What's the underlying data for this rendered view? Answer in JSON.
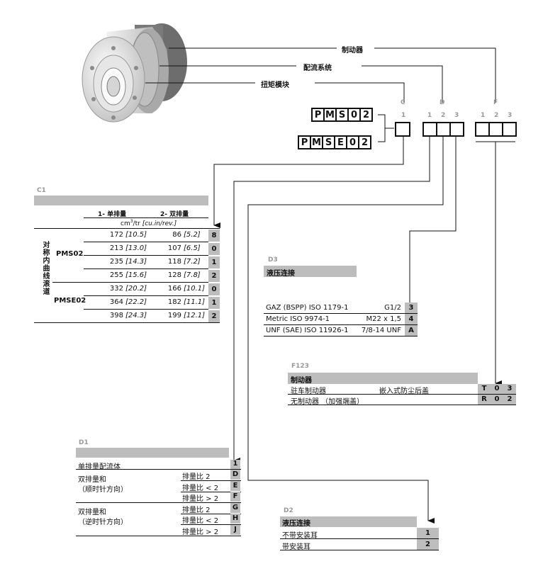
{
  "top_labels": {
    "brake": "制动器",
    "distribution": "配流系统",
    "torque": "扭矩模块"
  },
  "col_letters": {
    "c": "C",
    "d": "D",
    "f": "F"
  },
  "col_nums": {
    "c1": "1",
    "d1": "1",
    "d2": "2",
    "d3": "3",
    "f1": "1",
    "f2": "2",
    "f3": "3"
  },
  "codes": {
    "pms02": [
      "P",
      "M",
      "S",
      "0",
      "2"
    ],
    "pmse02": [
      "P",
      "M",
      "S",
      "E",
      "0",
      "2"
    ]
  },
  "c1": {
    "tag": "C1",
    "head1": "1- 单排量",
    "head2": "2- 双排量",
    "units_pre": "cm",
    "units_sup": "3",
    "units_post": "/tr",
    "units_italic": "[cu.in/rev.]",
    "side_label": "对称内曲线滚道",
    "group1": "PMS02",
    "group2": "PMSE02",
    "rows": [
      {
        "v1": "172",
        "v1i": "[10.5]",
        "v2": "86",
        "v2i": "[5.2]",
        "code": "8"
      },
      {
        "v1": "213",
        "v1i": "[13.0]",
        "v2": "107",
        "v2i": "[6.5]",
        "code": "0"
      },
      {
        "v1": "235",
        "v1i": "[14.3]",
        "v2": "118",
        "v2i": "[7.2]",
        "code": "1"
      },
      {
        "v1": "255",
        "v1i": "[15.6]",
        "v2": "128",
        "v2i": "[7.8]",
        "code": "2"
      },
      {
        "v1": "332",
        "v1i": "[20.2]",
        "v2": "166",
        "v2i": "[10.1]",
        "code": "0"
      },
      {
        "v1": "364",
        "v1i": "[22.2]",
        "v2": "182",
        "v2i": "[11.1]",
        "code": "1"
      },
      {
        "v1": "398",
        "v1i": "[24.3]",
        "v2": "199",
        "v2i": "[12.1]",
        "code": "2"
      }
    ]
  },
  "d3": {
    "tag": "D3",
    "title": "液压连接",
    "rows": [
      {
        "name": "GAZ (BSPP) ISO 1179-1",
        "size": "G1/2",
        "code": "3"
      },
      {
        "name": "Metric ISO 9974-1",
        "size": "M22 x 1,5",
        "code": "4"
      },
      {
        "name": "UNF (SAE) ISO 11926-1",
        "size": "7/8-14 UNF",
        "code": "A"
      }
    ]
  },
  "f123": {
    "tag": "F123",
    "title": "制动器",
    "rows": [
      {
        "name": "驻车制动器",
        "desc": "嵌入式防尘后盖",
        "c1": "T",
        "c2": "0",
        "c3": "3"
      },
      {
        "name": "无制动器 （加强端盖）",
        "desc": "",
        "c1": "R",
        "c2": "0",
        "c3": "2"
      }
    ]
  },
  "d1": {
    "tag": "D1",
    "single": "单排量配流体",
    "single_code": "1",
    "cw_line1": "双排量和",
    "cw_line2": "（顺时针方向）",
    "ccw_line1": "双排量和",
    "ccw_line2": "（逆时针方向）",
    "ratios": [
      "排量比 2",
      "排量比 < 2",
      "排量比 > 2",
      "排量比 2",
      "排量比 < 2",
      "排量比 > 2"
    ],
    "codes": [
      "D",
      "E",
      "F",
      "G",
      "H",
      "J"
    ]
  },
  "d2": {
    "tag": "D2",
    "title": "液压连接",
    "rows": [
      {
        "name": "不带安装耳",
        "code": "1"
      },
      {
        "name": "带安装耳",
        "code": "2"
      }
    ]
  }
}
